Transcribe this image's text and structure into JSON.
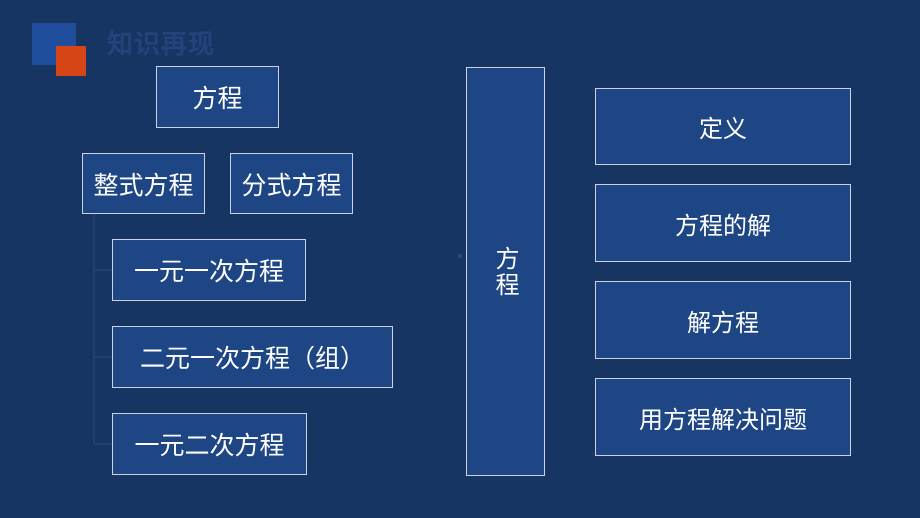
{
  "header": {
    "section_title": "知识再现"
  },
  "diagram": {
    "left_top": "方程",
    "left_types": [
      "整式方程",
      "分式方程"
    ],
    "left_subtypes": [
      "一元一次方程",
      "二元一次方程（组）",
      "一元二次方程"
    ],
    "center": "方程",
    "right_items": [
      "定义",
      "方程的解",
      "解方程",
      "用方程解决问题"
    ]
  },
  "colors": {
    "background": "#163562",
    "box_fill": "#1e4684",
    "box_border": "#c9d3e3",
    "accent_blue": "#1f4f9c",
    "accent_orange": "#d64515"
  }
}
